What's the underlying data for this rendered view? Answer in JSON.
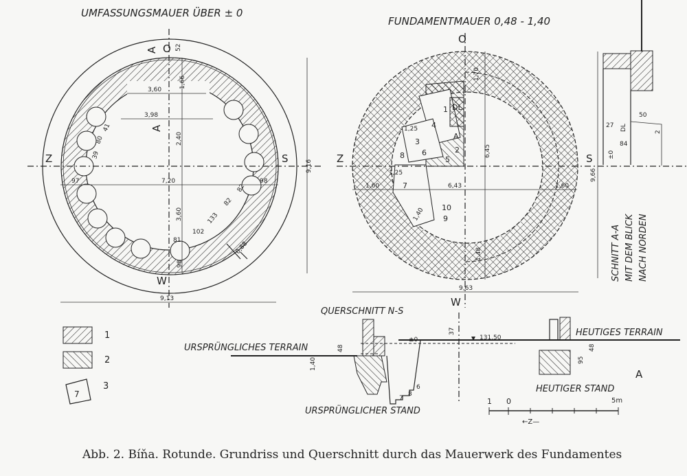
{
  "plan_left": {
    "title": "UMFASSUNGSMAUER ÜBER ± 0",
    "compass": {
      "north": "O",
      "south": "W",
      "west": "Z",
      "east": "S"
    },
    "section_marks": [
      "A",
      "A"
    ],
    "dimensions": [
      "3,60",
      "1,66",
      "3,98",
      "2,40",
      "7,20",
      "3,60",
      "97",
      "98",
      "9,16",
      "9,13",
      "52",
      "102",
      "133",
      "82",
      "82",
      "81",
      "0,88",
      "39",
      "80",
      "41",
      "98"
    ]
  },
  "plan_right": {
    "title": "FUNDAMENTMAUER 0,48 - 1,40",
    "compass": {
      "north": "O",
      "south": "W",
      "west": "Z",
      "east": "S"
    },
    "dimensions": [
      "1,70",
      "6,45",
      "6,43",
      "1,60",
      "1,60",
      "1,48",
      "9,63",
      "9,66",
      "1,25",
      "1,25",
      "1,40"
    ],
    "sections": [
      "1",
      "2",
      "3",
      "4",
      "5",
      "6",
      "7",
      "8",
      "9",
      "10",
      "DL",
      "A"
    ]
  },
  "section_aa": {
    "label_lines": [
      "SCHNITT A-A",
      "MIT DEM BLICK",
      "NACH NORDEN"
    ],
    "dimensions": [
      "50",
      "27",
      "DL",
      "84",
      "±0",
      "2"
    ]
  },
  "legend": [
    {
      "number": "1",
      "pattern": "single-hatch"
    },
    {
      "number": "2",
      "pattern": "double-hatch"
    },
    {
      "number": "3",
      "pattern": "numbered-area",
      "sample": "7"
    }
  ],
  "cross_section": {
    "title": "QUERSCHNITT N-S",
    "original_terrain": "URSPRÜNGLICHES TERRAIN",
    "current_terrain": "HEUTIGES TERRAIN",
    "original_state": "URSPRÜNGLICHER STAND",
    "current_state": "HEUTIGER STAND",
    "zero": "±0",
    "elevation": "131,50",
    "dimensions": [
      "48",
      "1,40",
      "37",
      "95",
      "48"
    ],
    "steps": [
      "7",
      "8",
      "6"
    ],
    "mark_a": "A"
  },
  "scale_bar": {
    "labels": [
      "1",
      "0",
      "5m"
    ],
    "north_arrow": "←Z—"
  },
  "caption": "Abb. 2. Bíňa. Rotunde. Grundriss und Querschnitt durch das Mauerwerk des Fundamentes"
}
